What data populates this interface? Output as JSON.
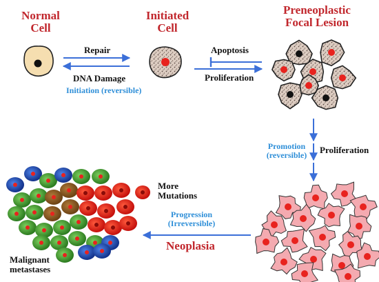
{
  "stages": {
    "normal_cell": "Normal\nCell",
    "initiated_cell": "Initiated\nCell",
    "preneoplastic": "Preneoplastic\nFocal Lesion",
    "neoplasia": "Neoplasia",
    "malignant": "Malignant\nmetastases"
  },
  "labels": {
    "repair": "Repair",
    "dna_damage": "DNA Damage",
    "initiation": "Initiation (reversible)",
    "apoptosis": "Apoptosis",
    "proliferation_top": "Proliferation",
    "promotion": "Promotion\n(reversible)",
    "proliferation_right": "Proliferation",
    "more_mutations": "More\nMutations",
    "progression": "Progression\n(Irreversible)"
  },
  "colors": {
    "red_text": "#c1272d",
    "blue_text": "#2f8fd8",
    "arrow": "#3b6fd8",
    "normal_cell": "#f5deb0",
    "speckled_cell": "#d9c8bc",
    "neoplastic_cell": "#f4aab0",
    "nucleus_red": "#e8231e",
    "metastasis_green": "#3a9a2c",
    "metastasis_blue": "#1f4fb8",
    "metastasis_brown": "#8b5a1e"
  }
}
